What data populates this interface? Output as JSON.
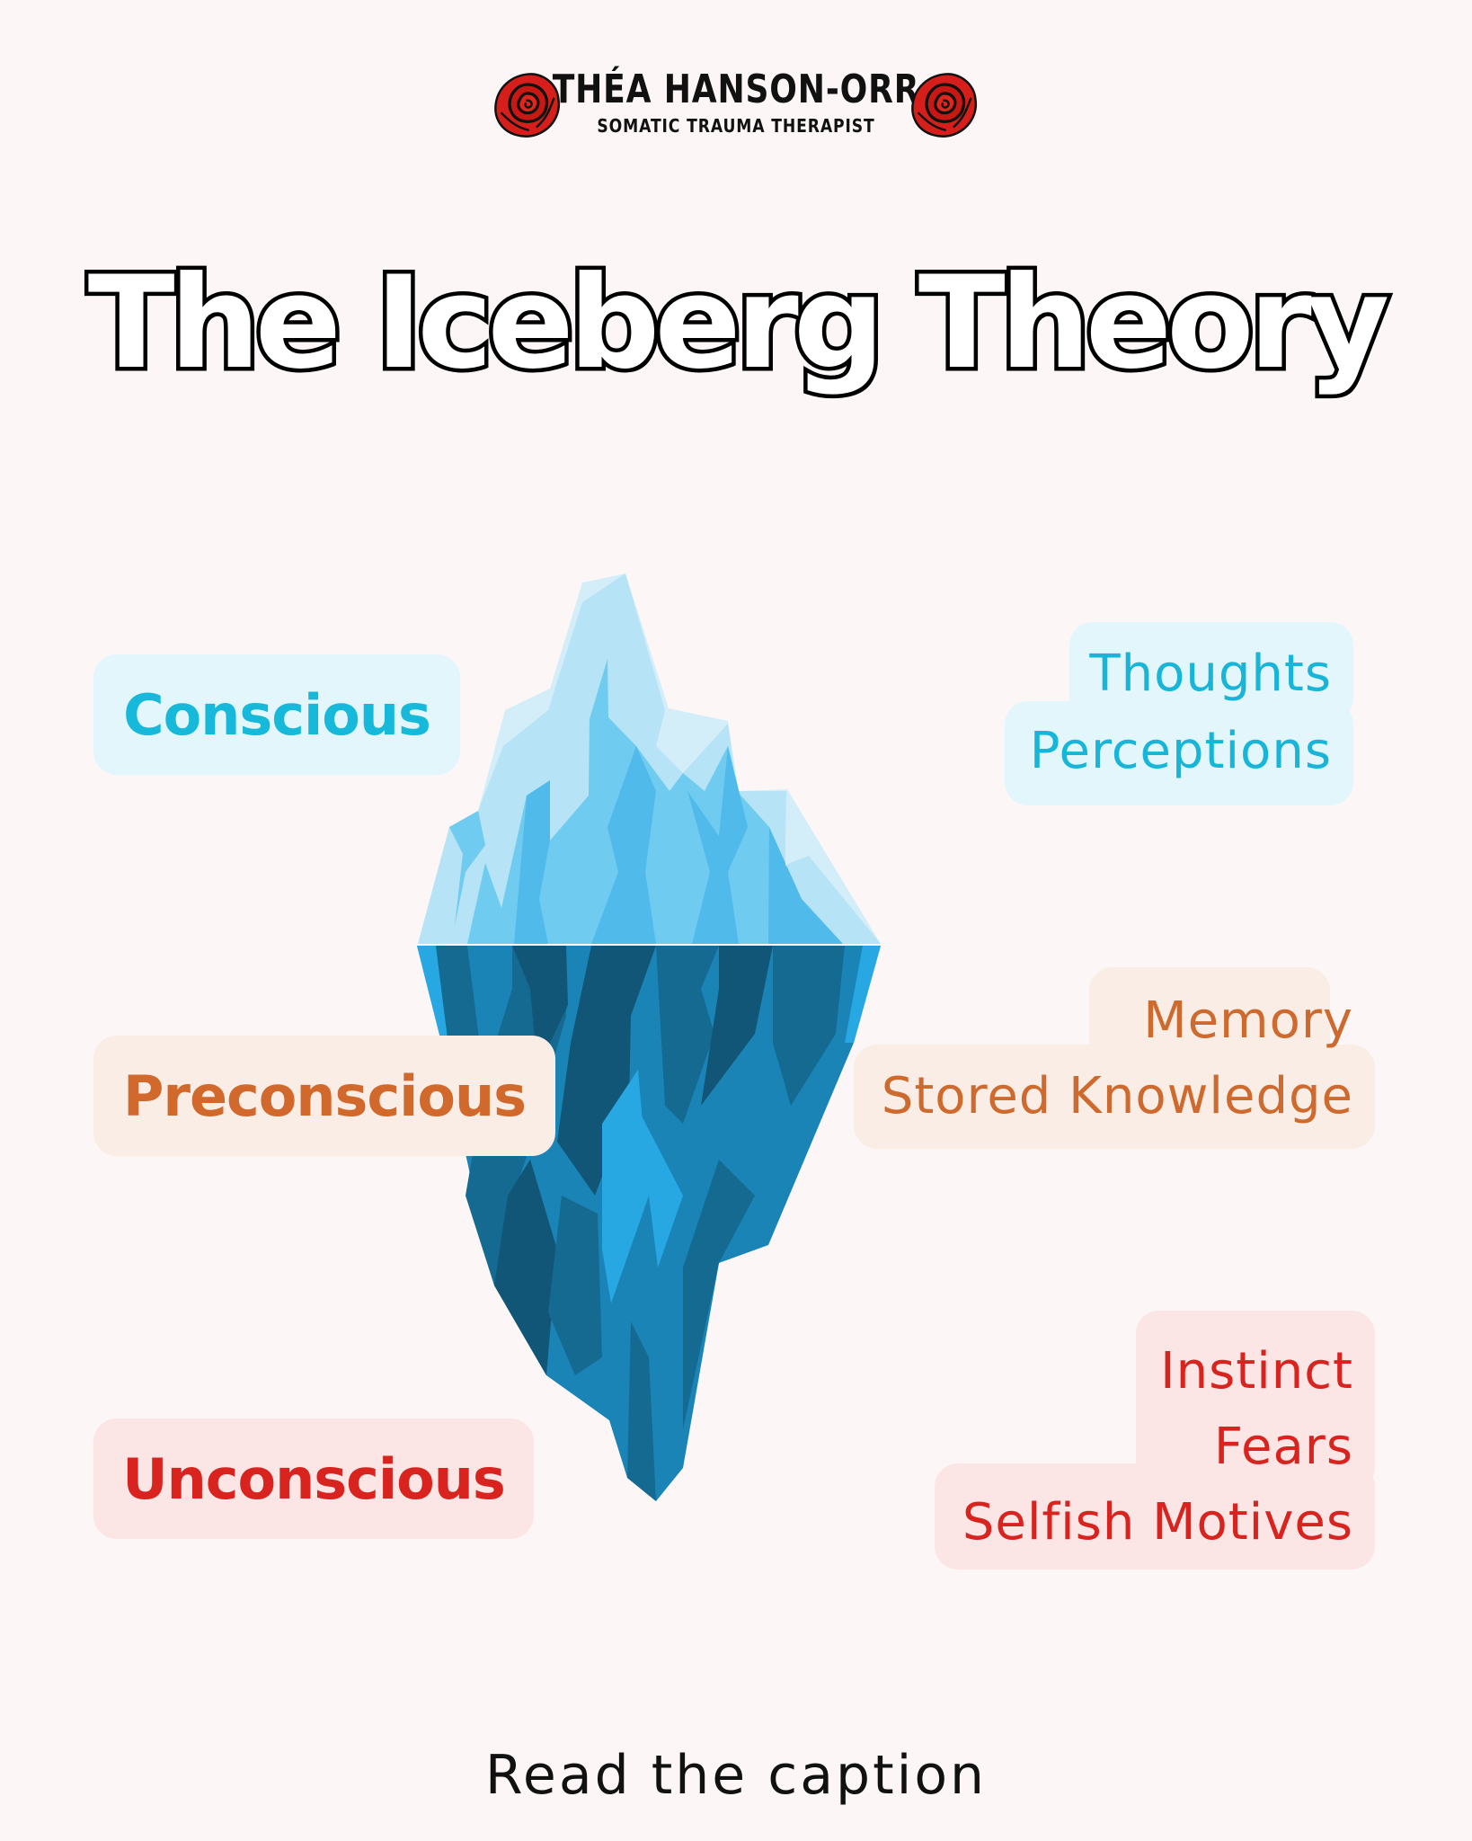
{
  "brand": {
    "name": "THÉA HANSON-ORR",
    "subtitle": "SOMATIC TRAUMA THERAPIST",
    "icon": "rose-icon",
    "icon_color": "#d61f1a"
  },
  "title": "The Iceberg Theory",
  "levels": [
    {
      "label": "Conscious",
      "color": "#16b9da",
      "bg": "#e2f6fb",
      "items": [
        "Thoughts",
        "Perceptions"
      ]
    },
    {
      "label": "Preconscious",
      "color": "#d2692c",
      "bg": "#faede5",
      "items": [
        "Memory",
        "Stored Knowledge"
      ]
    },
    {
      "label": "Unconscious",
      "color": "#d8231f",
      "bg": "#fbe5e5",
      "items": [
        "Instinct",
        "Fears",
        "Selfish Motives"
      ]
    }
  ],
  "illustration": {
    "name": "iceberg",
    "above_water_colors": [
      "#d4eef9",
      "#b6e3f5",
      "#6fcbf0",
      "#50bbea"
    ],
    "below_water_colors": [
      "#27a8e2",
      "#1b84b6",
      "#146a91",
      "#115677"
    ]
  },
  "caption": "Read the caption"
}
